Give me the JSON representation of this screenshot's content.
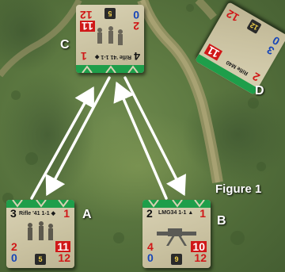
{
  "figure_title": "Figure 1",
  "counters": {
    "A": {
      "letter": "A",
      "name": "Rifle '41 1-1 ◆",
      "top_left": "3",
      "top_right": "1",
      "bottom_left_top": "2",
      "bottom_left": "0",
      "bottom_right_top": "11",
      "bottom_right": "12",
      "badge": "5"
    },
    "B": {
      "letter": "B",
      "name": "LMG34 1-1 ▲",
      "top_left": "2",
      "top_right": "1",
      "bottom_left_top": "4",
      "bottom_left": "0",
      "bottom_right_top": "10",
      "bottom_right": "12",
      "badge": "9"
    },
    "C": {
      "letter": "C",
      "name": "Rifle '41 1-1 ◆",
      "top_left": "4",
      "top_right": "1",
      "bottom_left_top": "11",
      "bottom_left": "12",
      "bottom_right_top": "2",
      "bottom_right": "0",
      "badge": "5"
    },
    "D": {
      "letter": "D",
      "name": "Rifle M40",
      "top_left": "2",
      "top_right": "11",
      "bottom_left": "12",
      "bottom_right_top": "3",
      "bottom_right": "0",
      "badge": "12"
    }
  },
  "colors": {
    "chevron": "#1e9e4a",
    "red": "#d01818",
    "blue": "#1746b8",
    "arrow": "#ffffff"
  }
}
